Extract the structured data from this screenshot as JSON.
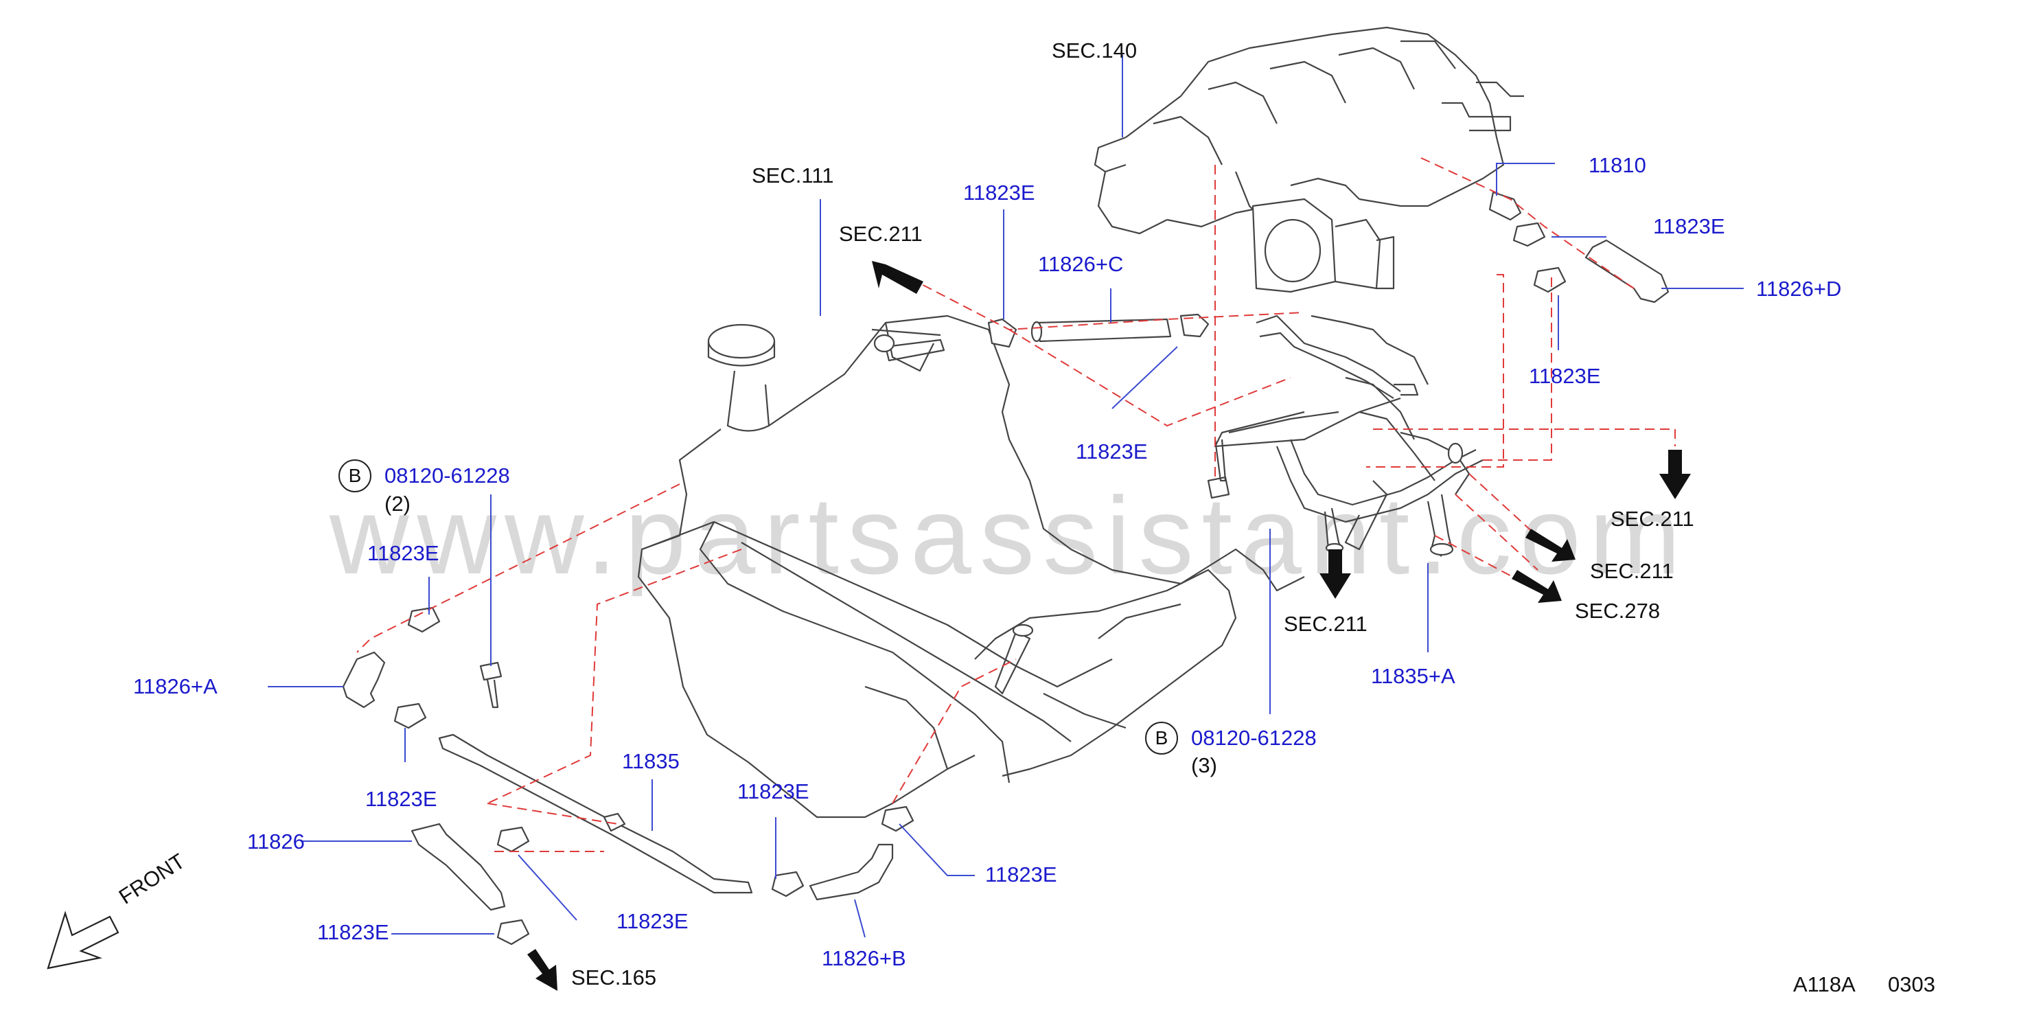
{
  "watermark": "www.partsassistant.com",
  "colors": {
    "part_label": "#1a1acc",
    "sec_label": "#111111",
    "dashed_guide": "#e03a3a",
    "line_art": "#444444",
    "leader": "#3b4bd0"
  },
  "sections": {
    "sec140": "SEC.140",
    "sec111": "SEC.111",
    "sec211_top": "SEC.211",
    "sec211_right1": "SEC.211",
    "sec211_right2": "SEC.211",
    "sec278": "SEC.278",
    "sec211_bottom": "SEC.211",
    "sec165": "SEC.165"
  },
  "parts": {
    "p11810": "11810",
    "p11823E_a": "11823E",
    "p11826D": "11826+D",
    "p11823E_b": "11823E",
    "p11823E_c": "11823E",
    "p11826C": "11826+C",
    "p11823E_d": "11823E",
    "p11823E_e": "11823E",
    "p11826A": "11826+A",
    "p11823E_f": "11823E",
    "p11835": "11835",
    "p11826": "11826",
    "p11823E_g": "11823E",
    "p11823E_h": "11823E",
    "p11823E_i": "11823E",
    "p11823E_j": "11823E",
    "p11826B": "11826+B",
    "p11835A": "11835+A"
  },
  "bolts": {
    "left": {
      "symbol": "B",
      "part": "08120-61228",
      "qty": "(2)"
    },
    "right": {
      "symbol": "B",
      "part": "08120-61228",
      "qty": "(3)"
    }
  },
  "front_label": "FRONT",
  "footer": {
    "code": "A118A",
    "date": "0303"
  }
}
